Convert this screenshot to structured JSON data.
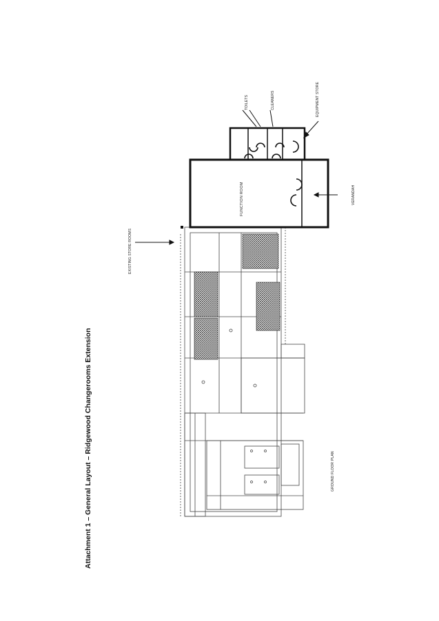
{
  "title": "Attachment 1 – General Layout – Ridgewood Changerooms Extension",
  "labels": {
    "existing_store_rooms": "EXISTING STORE ROOMS",
    "function_room": "FUNCTION ROOM",
    "verandah": "VERANDAH",
    "toilets": "TOILETS",
    "cleaners": "CLEANERS",
    "equipment_store": "EQUIPMENT STORE",
    "ground_floor_plan": "GROUND FLOOR PLAN"
  },
  "colors": {
    "ink": "#111111",
    "faint": "#555555",
    "paper": "#ffffff"
  }
}
